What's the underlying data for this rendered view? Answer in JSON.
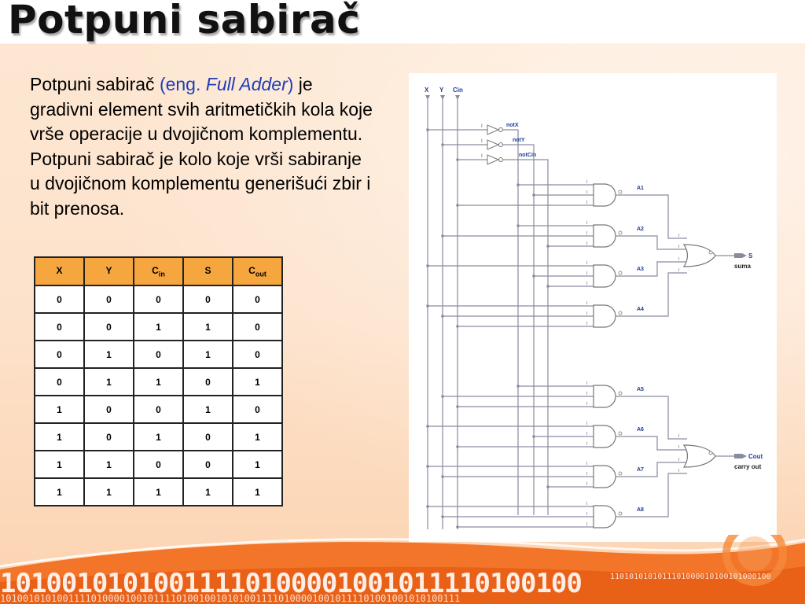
{
  "title": "Potpuni sabirač",
  "paragraph": {
    "part1": "Potpuni sabirač ",
    "eng_open": "(eng. ",
    "eng_term": "Full Adder",
    "eng_close": ")",
    "part2": " je gradivni element svih aritmetičkih kola koje vrše operacije u dvojičnom komplementu. Potpuni sabirač je kolo koje vrši sabiranje u dvojičnom komplementu generišući zbir i bit prenosa."
  },
  "truth_table": {
    "headers": [
      {
        "main": "X",
        "sub": ""
      },
      {
        "main": "Y",
        "sub": ""
      },
      {
        "main": "C",
        "sub": "in"
      },
      {
        "main": "S",
        "sub": ""
      },
      {
        "main": "C",
        "sub": "out"
      }
    ],
    "rows": [
      [
        "0",
        "0",
        "0",
        "0",
        "0"
      ],
      [
        "0",
        "0",
        "1",
        "1",
        "0"
      ],
      [
        "0",
        "1",
        "0",
        "1",
        "0"
      ],
      [
        "0",
        "1",
        "1",
        "0",
        "1"
      ],
      [
        "1",
        "0",
        "0",
        "1",
        "0"
      ],
      [
        "1",
        "0",
        "1",
        "0",
        "1"
      ],
      [
        "1",
        "1",
        "0",
        "0",
        "1"
      ],
      [
        "1",
        "1",
        "1",
        "1",
        "1"
      ]
    ]
  },
  "circuit": {
    "inputs": [
      "X",
      "Y",
      "Cin"
    ],
    "not_gates": [
      "notX",
      "notY",
      "notCin"
    ],
    "not_input_label": "I",
    "and_gates": [
      "A1",
      "A2",
      "A3",
      "A4",
      "A5",
      "A6",
      "A7",
      "A8"
    ],
    "outputs": [
      {
        "name": "S",
        "desc": "suma"
      },
      {
        "name": "Cout",
        "desc": "carry out"
      }
    ],
    "colors": {
      "wire": "#8a8aa0",
      "label": "#1e3c96",
      "gate_fill": "#ffffff",
      "gate_stroke": "#777777"
    }
  },
  "decor": {
    "binary_big": "10100101010011110100001001011110100100",
    "binary_small": "1101010101011101000010100101000100",
    "binary_bottom": "101001010100111101000010010111101001001010100111101000010010111101001001010100111"
  }
}
